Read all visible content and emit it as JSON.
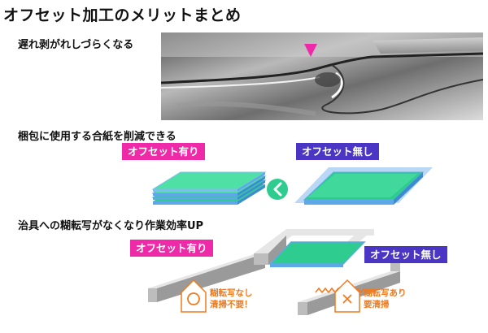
{
  "title": "オフセット加工のメリットまとめ",
  "sections": [
    {
      "heading": "遅れ剥がれしづらくなる"
    },
    {
      "heading": "梱包に使用する合紙を削減できる"
    },
    {
      "heading": "治具への糊転写がなくなり作業効率UP"
    }
  ],
  "tags": {
    "with_offset": "オフセット有り",
    "without_offset": "オフセット無し"
  },
  "notes": {
    "no_transfer_line1": "糊転写なし",
    "no_transfer_line2": "清掃不要！",
    "transfer_line1": "糊転写あり",
    "transfer_line2": "要清掃"
  },
  "colors": {
    "pink": "#ee2aa8",
    "purple": "#4a35c4",
    "green": "#2ecc8f",
    "blue": "#5fa8e8",
    "orange": "#f07a1e"
  },
  "icons": {
    "arrow": "chevron-left-icon",
    "house_circle": "house-circle-icon",
    "house_cross": "house-cross-icon"
  }
}
